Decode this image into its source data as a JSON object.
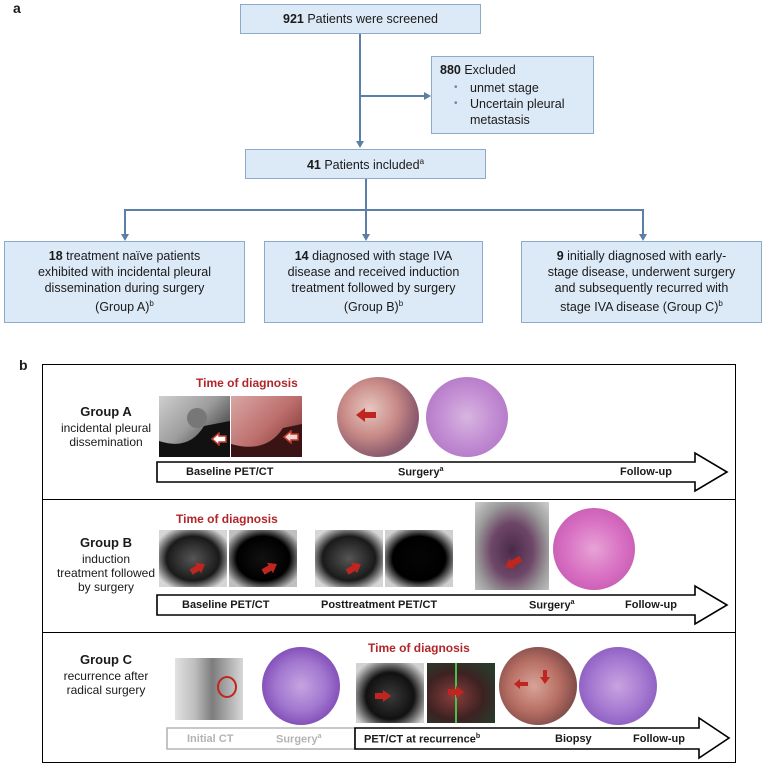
{
  "panel_a": {
    "letter": "a",
    "screened": {
      "count": "921",
      "text": " Patients were screened"
    },
    "excluded": {
      "count": "880",
      "text": " Excluded",
      "reasons": [
        "unmet stage",
        "Uncertain pleural",
        "metastasis"
      ]
    },
    "included": {
      "count": "41",
      "text": " Patients included",
      "sup": "a"
    },
    "groups": [
      {
        "count": "18",
        "lines": [
          " treatment naïve patients",
          "exhibited with incidental pleural",
          "dissemination during surgery",
          "(Group A)"
        ],
        "sup": "b"
      },
      {
        "count": "14",
        "lines": [
          " diagnosed with stage IVA",
          "disease and received induction",
          "treatment followed by surgery",
          "(Group B)"
        ],
        "sup": "b"
      },
      {
        "count": "9",
        "lines": [
          " initially diagnosed with early-",
          "stage disease, underwent surgery",
          "and subsequently recurred with",
          "stage IVA disease (Group C)"
        ],
        "sup": "b"
      }
    ]
  },
  "panel_b": {
    "letter": "b",
    "group_a": {
      "name": "Group A",
      "desc": [
        "incidental pleural",
        "dissemination"
      ],
      "time_of_diagnosis": "Time of diagnosis",
      "timeline": {
        "l1": "Baseline PET/CT",
        "l2": "Surgery",
        "l2_sup": "a",
        "l3": "Follow-up"
      }
    },
    "group_b": {
      "name": "Group B",
      "desc": [
        "induction",
        "treatment followed",
        "by surgery"
      ],
      "time_of_diagnosis": "Time of diagnosis",
      "timeline": {
        "l1": "Baseline PET/CT",
        "l2": "Posttreatment PET/CT",
        "l3": "Surgery",
        "l3_sup": "a",
        "l4": "Follow-up"
      }
    },
    "group_c": {
      "name": "Group C",
      "desc": [
        "recurrence after",
        "radical surgery"
      ],
      "time_of_diagnosis": "Time of diagnosis",
      "timeline": {
        "l1": "Initial CT",
        "l2": "Surgery",
        "l2_sup": "a",
        "l3": "PET/CT at recurrence",
        "l3_sup": "b",
        "l4": "Biopsy",
        "l5": "Follow-up"
      }
    }
  },
  "colors": {
    "box_fill": "#dce9f6",
    "box_border": "#8eaacb",
    "connector": "#5b7fa6",
    "diagnosis_red": "#b0262b"
  }
}
